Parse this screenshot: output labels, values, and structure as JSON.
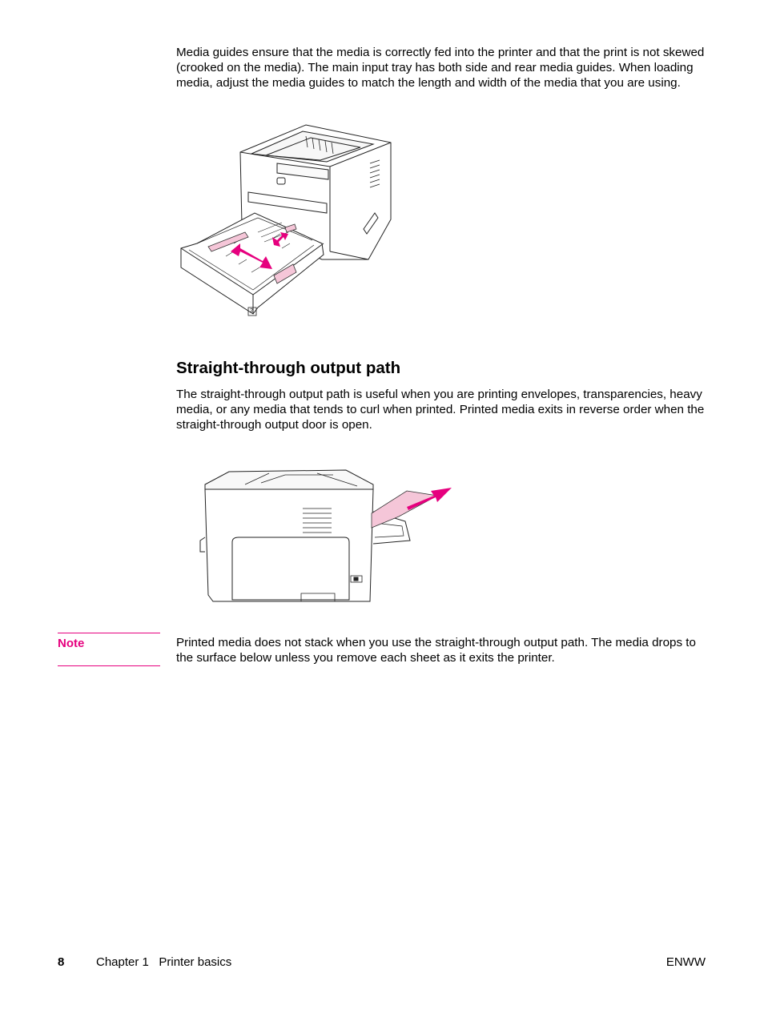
{
  "body": {
    "paragraph_media_guides": "Media guides ensure that the media is correctly fed into the printer and that the print is not skewed (crooked on the media). The main input tray has both side and rear media guides. When loading media, adjust the media guides to match the length and width of the media that you are using.",
    "section_heading": "Straight-through output path",
    "paragraph_output_path": "The straight-through output path is useful when you are printing envelopes, transparencies, heavy media, or any media that tends to curl when printed. Printed media exits in reverse order when the straight-through output door is open."
  },
  "figures": {
    "tray_number_label": "2"
  },
  "note": {
    "label": "Note",
    "text": "Printed media does not stack when you use the straight-through output path. The media drops to the surface below unless you remove each sheet as it exits the printer."
  },
  "footer": {
    "page_number": "8",
    "chapter": "Chapter 1   Printer basics",
    "right_text": "ENWW"
  },
  "colors": {
    "accent_magenta": "#e6007e",
    "guide_pink": "#f5c6d8"
  }
}
